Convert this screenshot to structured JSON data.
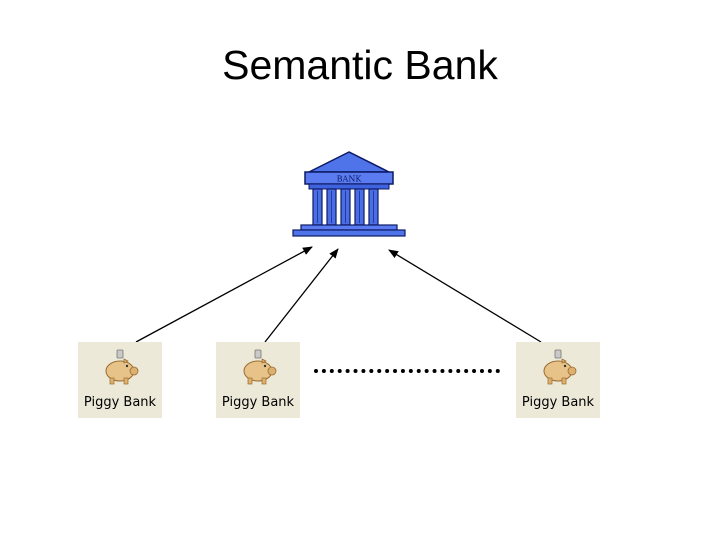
{
  "title": "Semantic Bank",
  "bank": {
    "icon": "bank-building-icon",
    "sign_text": "BANK",
    "color": "#3b5bdb"
  },
  "piggy_banks": [
    {
      "label": "Piggy Bank",
      "icon": "piggy-bank-icon"
    },
    {
      "label": "Piggy Bank",
      "icon": "piggy-bank-icon"
    },
    {
      "label": "Piggy Bank",
      "icon": "piggy-bank-icon"
    }
  ]
}
